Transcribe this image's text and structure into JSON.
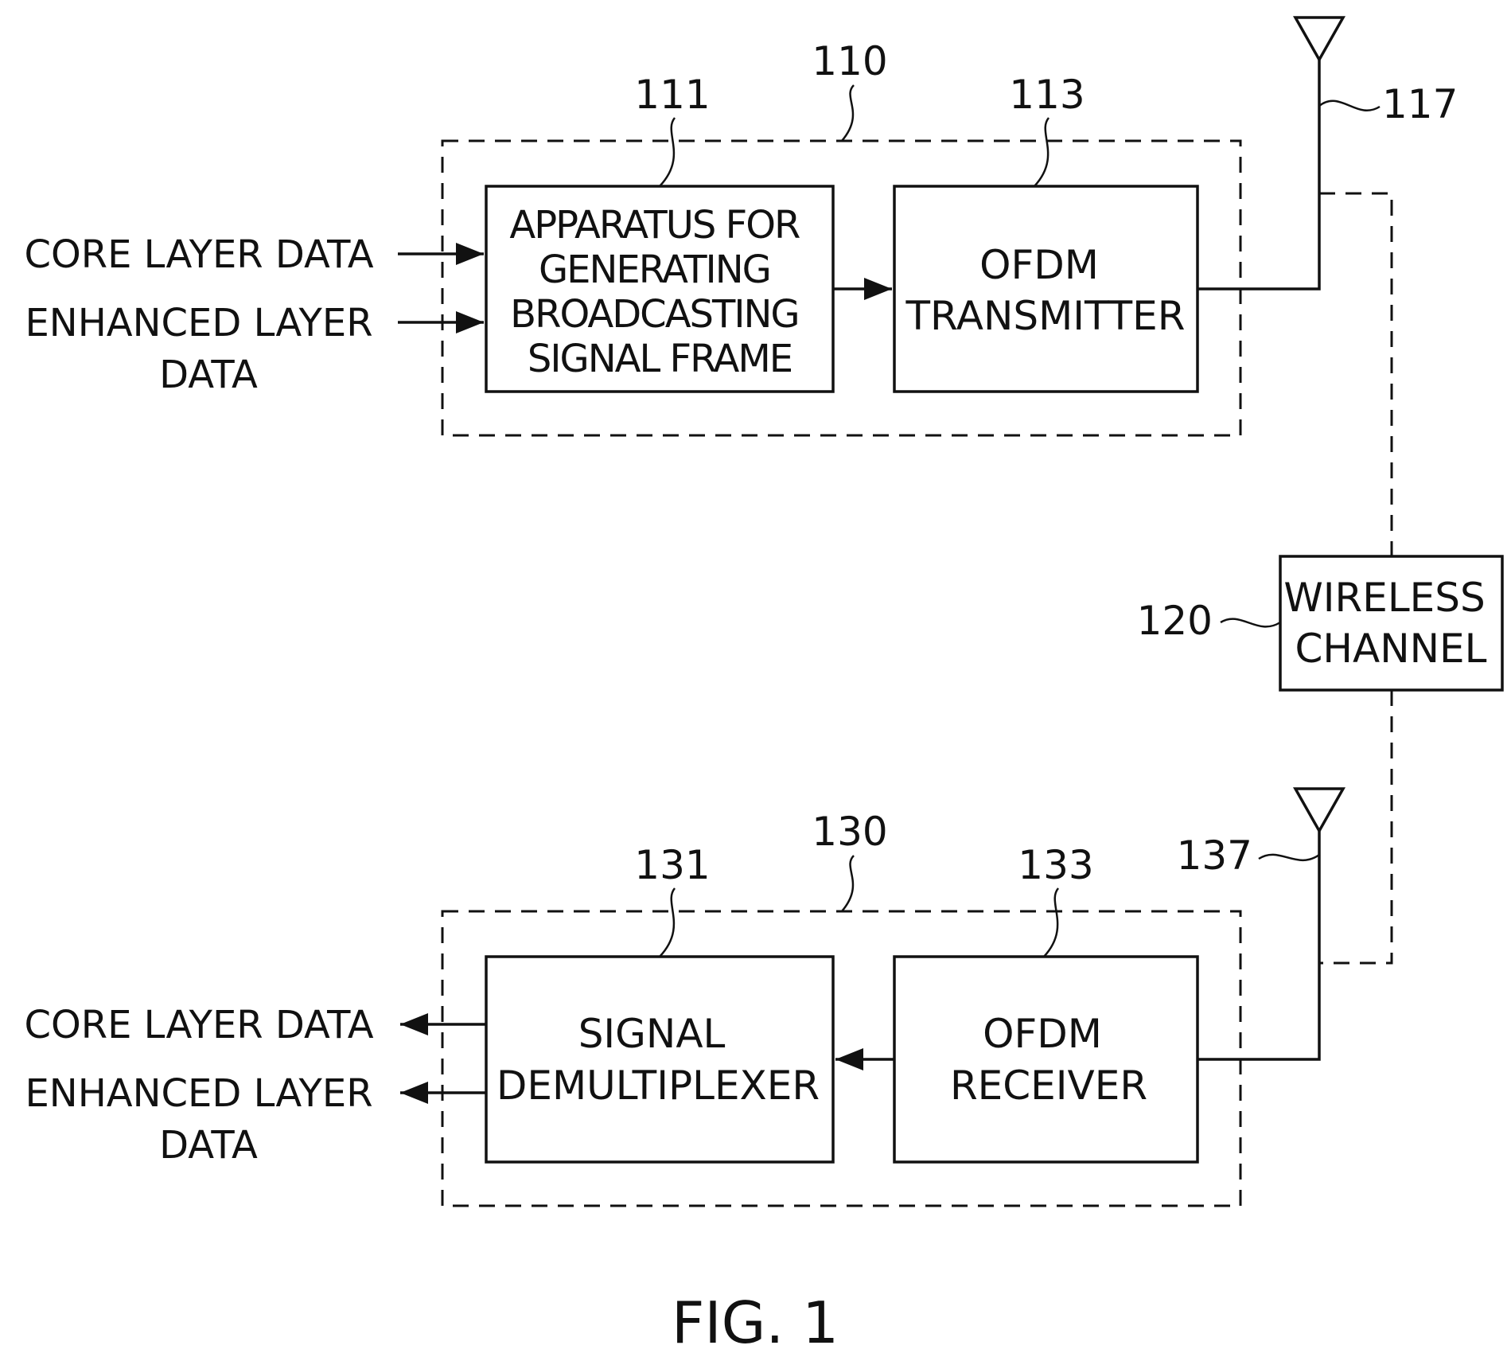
{
  "transmitter_system": {
    "ref": "110",
    "inputs": {
      "core": "CORE LAYER DATA",
      "enhanced_line1": "ENHANCED LAYER",
      "enhanced_line2": "DATA"
    },
    "frame_generator": {
      "ref": "111",
      "lines": [
        "APPARATUS FOR",
        "GENERATING",
        "BROADCASTING",
        "SIGNAL FRAME"
      ]
    },
    "ofdm_transmitter": {
      "ref": "113",
      "lines": [
        "OFDM",
        "TRANSMITTER"
      ]
    },
    "antenna": {
      "ref": "117"
    }
  },
  "wireless_channel": {
    "ref": "120",
    "lines": [
      "WIRELESS",
      "CHANNEL"
    ]
  },
  "receiver_system": {
    "ref": "130",
    "demultiplexer": {
      "ref": "131",
      "lines": [
        "SIGNAL",
        "DEMULTIPLEXER"
      ]
    },
    "ofdm_receiver": {
      "ref": "133",
      "lines": [
        "OFDM",
        "RECEIVER"
      ]
    },
    "antenna": {
      "ref": "137"
    },
    "outputs": {
      "core": "CORE LAYER DATA",
      "enhanced_line1": "ENHANCED LAYER",
      "enhanced_line2": "DATA"
    }
  },
  "figure_label": "FIG. 1"
}
